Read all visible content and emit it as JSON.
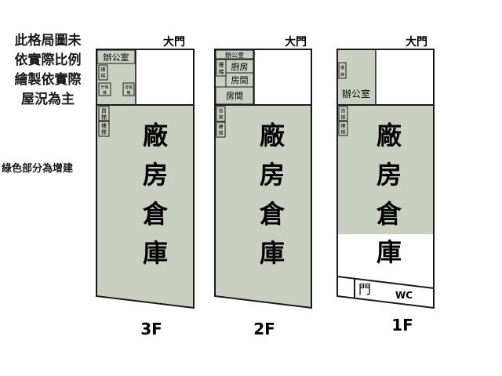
{
  "note": {
    "lines": [
      "此格局圖未",
      "依實際比例",
      "繪製依實際",
      "屋況為主"
    ]
  },
  "legend": "綠色部分為增建",
  "colors": {
    "green": "#c9d0c2",
    "line": "#1a1a1a",
    "white": "#ffffff"
  },
  "floors": [
    {
      "label": "3F",
      "gate": "大門",
      "main": [
        "廠",
        "房",
        "倉",
        "庫"
      ],
      "rooms": {
        "office": "辦公室",
        "stair": [
          "樓",
          "梯"
        ],
        "elevator": [
          "升降",
          "機"
        ],
        "generator": [
          "發電",
          "機"
        ],
        "freight_lift": [
          "貨",
          "梯"
        ],
        "stair2": [
          "樓",
          "梯"
        ]
      }
    },
    {
      "label": "2F",
      "gate": "大門",
      "main": [
        "廠",
        "房",
        "倉",
        "庫"
      ],
      "rooms": {
        "office": "辦公室",
        "stair": [
          "樓",
          "梯"
        ],
        "kitchen": "廚房",
        "room1": "房間",
        "room2": "房間",
        "freight_lift": [
          "貨",
          "梯"
        ],
        "stair2": [
          "樓",
          "梯"
        ]
      }
    },
    {
      "label": "1F",
      "gate": "大門",
      "main": [
        "廠",
        "房",
        "倉",
        "庫"
      ],
      "rooms": {
        "stair": [
          "樓",
          "梯"
        ],
        "office": "辦公室",
        "freight_lift": [
          "貨",
          "梯"
        ],
        "stair2": [
          "樓",
          "梯"
        ],
        "door": "門",
        "wc": "WC"
      }
    }
  ]
}
